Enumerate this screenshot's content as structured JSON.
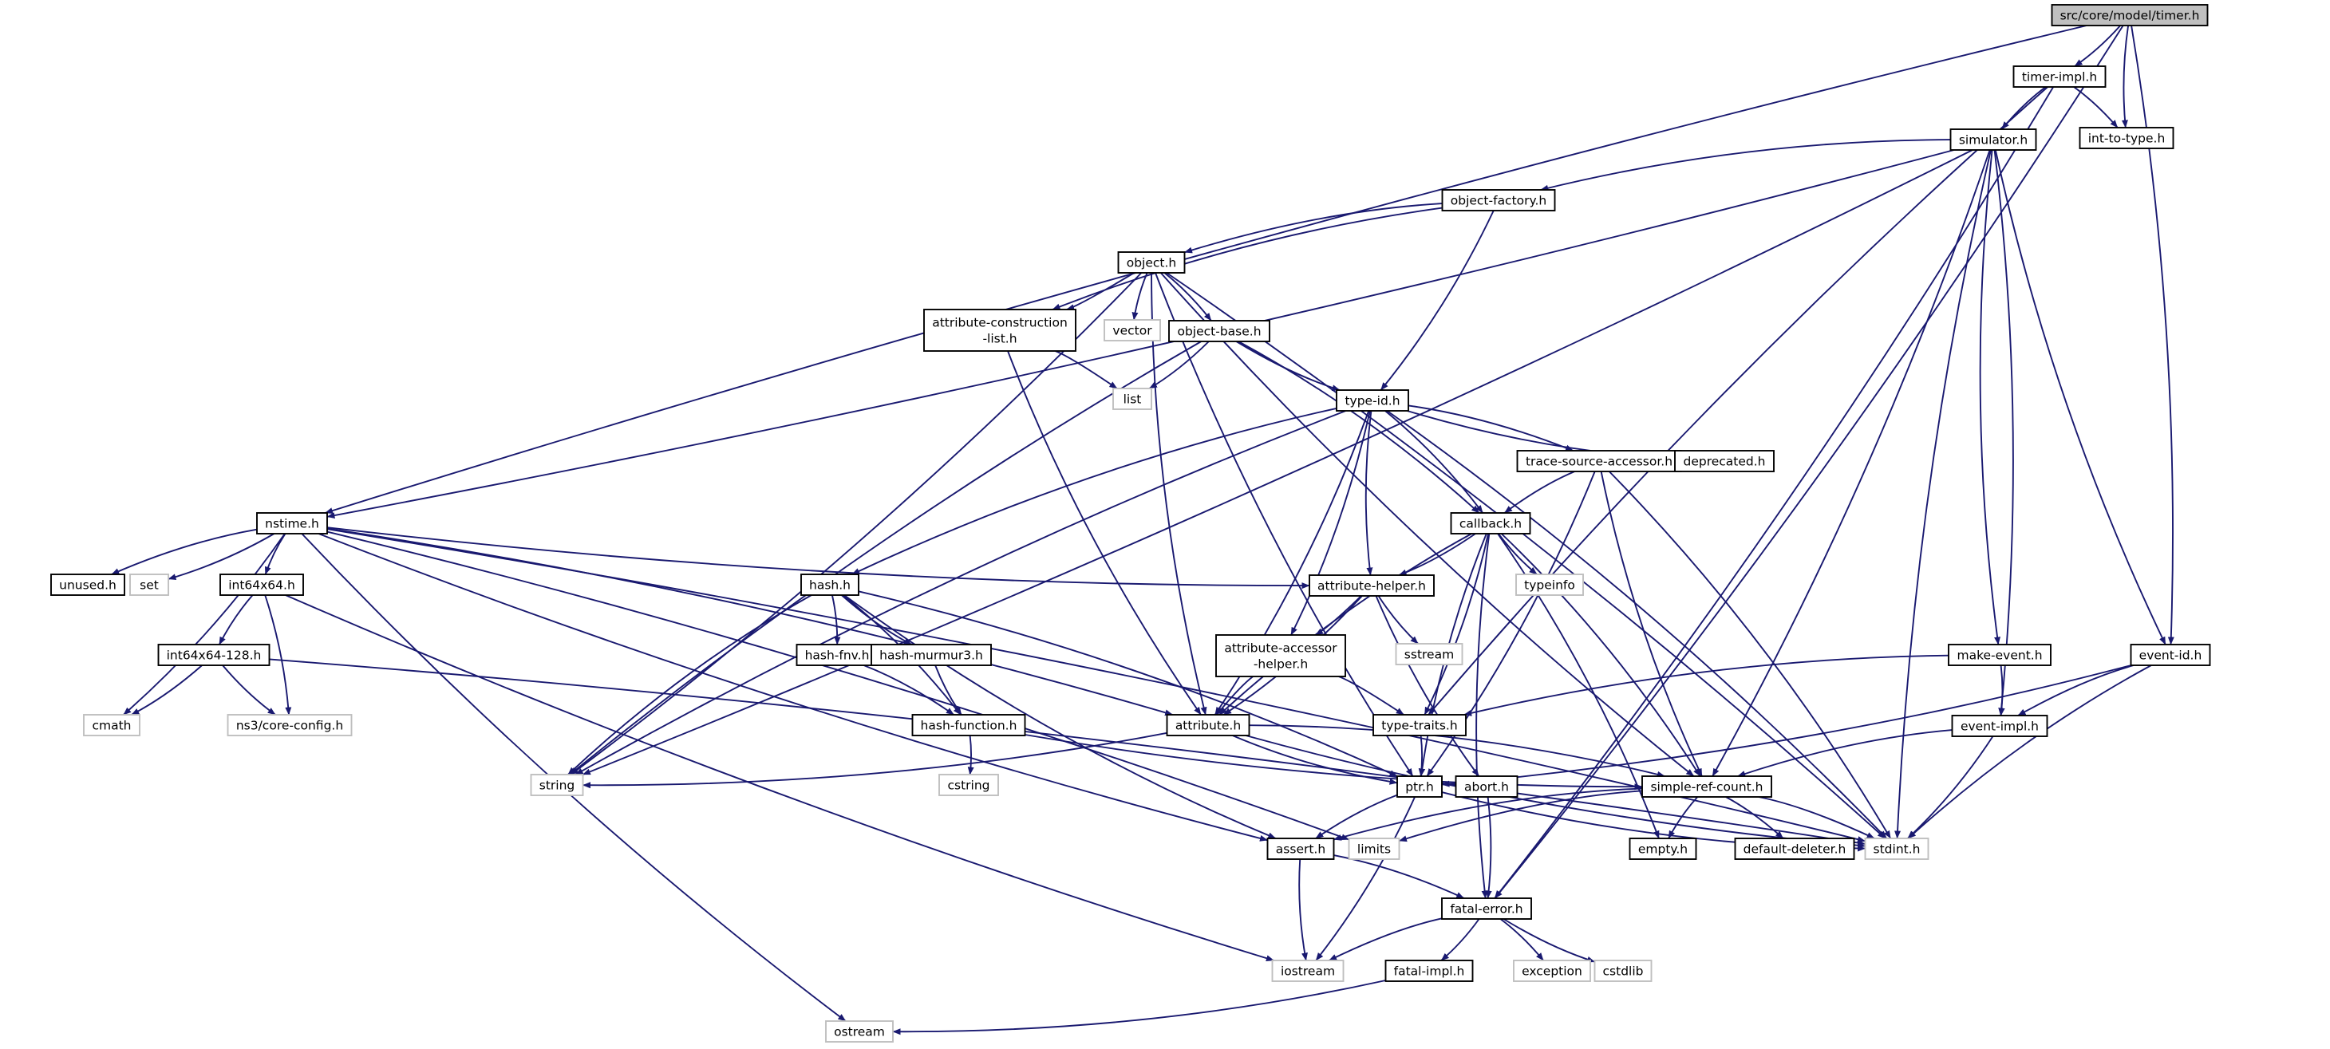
{
  "colors": {
    "edge": "#191970",
    "root_fill": "#bfbfbf",
    "system_header_border": "#bfbfbf",
    "node_border": "#000000"
  },
  "nodes": [
    {
      "id": "timer",
      "lines": [
        "src/core/model/timer.h"
      ]
    },
    {
      "id": "timer_impl",
      "lines": [
        "timer-impl.h"
      ]
    },
    {
      "id": "int_to_type",
      "lines": [
        "int-to-type.h"
      ]
    },
    {
      "id": "simulator",
      "lines": [
        "simulator.h"
      ]
    },
    {
      "id": "object_factory",
      "lines": [
        "object-factory.h"
      ]
    },
    {
      "id": "object",
      "lines": [
        "object.h"
      ]
    },
    {
      "id": "attr_constr",
      "lines": [
        "attribute-construction",
        "-list.h"
      ]
    },
    {
      "id": "vector",
      "lines": [
        "vector"
      ]
    },
    {
      "id": "object_base",
      "lines": [
        "object-base.h"
      ]
    },
    {
      "id": "list",
      "lines": [
        "list"
      ]
    },
    {
      "id": "type_id",
      "lines": [
        "type-id.h"
      ]
    },
    {
      "id": "trace_src",
      "lines": [
        "trace-source-accessor.h"
      ]
    },
    {
      "id": "deprecated",
      "lines": [
        "deprecated.h"
      ]
    },
    {
      "id": "nstime",
      "lines": [
        "nstime.h"
      ]
    },
    {
      "id": "callback",
      "lines": [
        "callback.h"
      ]
    },
    {
      "id": "unused",
      "lines": [
        "unused.h"
      ]
    },
    {
      "id": "set",
      "lines": [
        "set"
      ]
    },
    {
      "id": "int64x64",
      "lines": [
        "int64x64.h"
      ]
    },
    {
      "id": "hash",
      "lines": [
        "hash.h"
      ]
    },
    {
      "id": "typeinfo",
      "lines": [
        "typeinfo"
      ]
    },
    {
      "id": "attr_helper",
      "lines": [
        "attribute-helper.h"
      ]
    },
    {
      "id": "sstream",
      "lines": [
        "sstream"
      ]
    },
    {
      "id": "hash_fnv",
      "lines": [
        "hash-fnv.h"
      ]
    },
    {
      "id": "hash_murmur",
      "lines": [
        "hash-murmur3.h"
      ]
    },
    {
      "id": "int64x64_128",
      "lines": [
        "int64x64-128.h"
      ]
    },
    {
      "id": "attr_acc",
      "lines": [
        "attribute-accessor",
        "-helper.h"
      ]
    },
    {
      "id": "make_event",
      "lines": [
        "make-event.h"
      ]
    },
    {
      "id": "event_id",
      "lines": [
        "event-id.h"
      ]
    },
    {
      "id": "cmath",
      "lines": [
        "cmath"
      ]
    },
    {
      "id": "ns3_config",
      "lines": [
        "ns3/core-config.h"
      ]
    },
    {
      "id": "hash_function",
      "lines": [
        "hash-function.h"
      ]
    },
    {
      "id": "attribute",
      "lines": [
        "attribute.h"
      ]
    },
    {
      "id": "type_traits",
      "lines": [
        "type-traits.h"
      ]
    },
    {
      "id": "event_impl",
      "lines": [
        "event-impl.h"
      ]
    },
    {
      "id": "string",
      "lines": [
        "string"
      ]
    },
    {
      "id": "cstring",
      "lines": [
        "cstring"
      ]
    },
    {
      "id": "ptr",
      "lines": [
        "ptr.h"
      ]
    },
    {
      "id": "abort",
      "lines": [
        "abort.h"
      ]
    },
    {
      "id": "simple_ref",
      "lines": [
        "simple-ref-count.h"
      ]
    },
    {
      "id": "limits",
      "lines": [
        "limits"
      ]
    },
    {
      "id": "assert",
      "lines": [
        "assert.h"
      ]
    },
    {
      "id": "empty",
      "lines": [
        "empty.h"
      ]
    },
    {
      "id": "default_del",
      "lines": [
        "default-deleter.h"
      ]
    },
    {
      "id": "stdint",
      "lines": [
        "stdint.h"
      ]
    },
    {
      "id": "fatal_error",
      "lines": [
        "fatal-error.h"
      ]
    },
    {
      "id": "iostream",
      "lines": [
        "iostream"
      ]
    },
    {
      "id": "fatal_impl",
      "lines": [
        "fatal-impl.h"
      ]
    },
    {
      "id": "exception",
      "lines": [
        "exception"
      ]
    },
    {
      "id": "cstdlib",
      "lines": [
        "cstdlib"
      ]
    },
    {
      "id": "ostream",
      "lines": [
        "ostream"
      ]
    }
  ],
  "edges": [
    [
      "timer",
      "timer_impl"
    ],
    [
      "timer",
      "int_to_type"
    ],
    [
      "timer",
      "event_id"
    ],
    [
      "timer",
      "nstime"
    ],
    [
      "timer",
      "fatal_error"
    ],
    [
      "timer_impl",
      "simulator"
    ],
    [
      "timer_impl",
      "int_to_type"
    ],
    [
      "timer_impl",
      "type_traits"
    ],
    [
      "timer_impl",
      "fatal_error"
    ],
    [
      "simulator",
      "object_factory"
    ],
    [
      "simulator",
      "nstime"
    ],
    [
      "simulator",
      "make_event"
    ],
    [
      "simulator",
      "event_impl"
    ],
    [
      "simulator",
      "event_id"
    ],
    [
      "simulator",
      "string"
    ],
    [
      "simulator",
      "stdint"
    ],
    [
      "simulator",
      "simple_ref"
    ],
    [
      "object_factory",
      "object"
    ],
    [
      "object_factory",
      "type_id"
    ],
    [
      "object_factory",
      "attr_constr"
    ],
    [
      "object",
      "attr_constr"
    ],
    [
      "object",
      "vector"
    ],
    [
      "object",
      "object_base"
    ],
    [
      "object",
      "attribute"
    ],
    [
      "object",
      "string"
    ],
    [
      "object",
      "ptr"
    ],
    [
      "object",
      "stdint"
    ],
    [
      "object",
      "simple_ref"
    ],
    [
      "attr_constr",
      "list"
    ],
    [
      "attr_constr",
      "attribute"
    ],
    [
      "object_base",
      "list"
    ],
    [
      "object_base",
      "type_id"
    ],
    [
      "object_base",
      "callback"
    ],
    [
      "object_base",
      "string"
    ],
    [
      "type_id",
      "trace_src"
    ],
    [
      "type_id",
      "deprecated"
    ],
    [
      "type_id",
      "callback"
    ],
    [
      "type_id",
      "attr_helper"
    ],
    [
      "type_id",
      "attr_acc"
    ],
    [
      "type_id",
      "hash"
    ],
    [
      "type_id",
      "attribute"
    ],
    [
      "type_id",
      "string"
    ],
    [
      "type_id",
      "stdint"
    ],
    [
      "trace_src",
      "callback"
    ],
    [
      "trace_src",
      "ptr"
    ],
    [
      "trace_src",
      "simple_ref"
    ],
    [
      "trace_src",
      "stdint"
    ],
    [
      "nstime",
      "unused"
    ],
    [
      "nstime",
      "set"
    ],
    [
      "nstime",
      "int64x64"
    ],
    [
      "nstime",
      "cmath"
    ],
    [
      "nstime",
      "attr_helper"
    ],
    [
      "nstime",
      "attribute"
    ],
    [
      "nstime",
      "assert"
    ],
    [
      "nstime",
      "stdint"
    ],
    [
      "nstime",
      "ostream"
    ],
    [
      "nstime",
      "limits"
    ],
    [
      "callback",
      "typeinfo"
    ],
    [
      "callback",
      "attr_helper"
    ],
    [
      "callback",
      "attribute"
    ],
    [
      "callback",
      "type_traits"
    ],
    [
      "callback",
      "ptr"
    ],
    [
      "callback",
      "simple_ref"
    ],
    [
      "callback",
      "fatal_error"
    ],
    [
      "callback",
      "empty"
    ],
    [
      "int64x64",
      "int64x64_128"
    ],
    [
      "int64x64",
      "ns3_config"
    ],
    [
      "int64x64",
      "iostream"
    ],
    [
      "hash",
      "hash_fnv"
    ],
    [
      "hash",
      "hash_murmur"
    ],
    [
      "hash",
      "hash_function"
    ],
    [
      "hash",
      "string"
    ],
    [
      "hash",
      "ptr"
    ],
    [
      "hash",
      "assert"
    ],
    [
      "attr_helper",
      "attr_acc"
    ],
    [
      "attr_helper",
      "sstream"
    ],
    [
      "attr_helper",
      "attribute"
    ],
    [
      "attr_helper",
      "abort"
    ],
    [
      "hash_fnv",
      "hash_function"
    ],
    [
      "hash_murmur",
      "hash_function"
    ],
    [
      "int64x64_128",
      "cmath"
    ],
    [
      "int64x64_128",
      "ns3_config"
    ],
    [
      "int64x64_128",
      "stdint"
    ],
    [
      "attr_acc",
      "attribute"
    ],
    [
      "attr_acc",
      "type_traits"
    ],
    [
      "make_event",
      "type_traits"
    ],
    [
      "make_event",
      "event_impl"
    ],
    [
      "event_id",
      "event_impl"
    ],
    [
      "event_id",
      "ptr"
    ],
    [
      "event_id",
      "stdint"
    ],
    [
      "hash_function",
      "cstring"
    ],
    [
      "hash_function",
      "simple_ref"
    ],
    [
      "attribute",
      "string"
    ],
    [
      "attribute",
      "ptr"
    ],
    [
      "attribute",
      "simple_ref"
    ],
    [
      "attribute",
      "stdint"
    ],
    [
      "type_traits",
      "ptr"
    ],
    [
      "event_impl",
      "simple_ref"
    ],
    [
      "event_impl",
      "stdint"
    ],
    [
      "ptr",
      "assert"
    ],
    [
      "ptr",
      "iostream"
    ],
    [
      "ptr",
      "stdint"
    ],
    [
      "abort",
      "fatal_error"
    ],
    [
      "simple_ref",
      "empty"
    ],
    [
      "simple_ref",
      "default_del"
    ],
    [
      "simple_ref",
      "assert"
    ],
    [
      "simple_ref",
      "stdint"
    ],
    [
      "simple_ref",
      "limits"
    ],
    [
      "assert",
      "fatal_error"
    ],
    [
      "assert",
      "iostream"
    ],
    [
      "fatal_error",
      "fatal_impl"
    ],
    [
      "fatal_error",
      "iostream"
    ],
    [
      "fatal_error",
      "exception"
    ],
    [
      "fatal_error",
      "cstdlib"
    ],
    [
      "fatal_impl",
      "ostream"
    ]
  ]
}
